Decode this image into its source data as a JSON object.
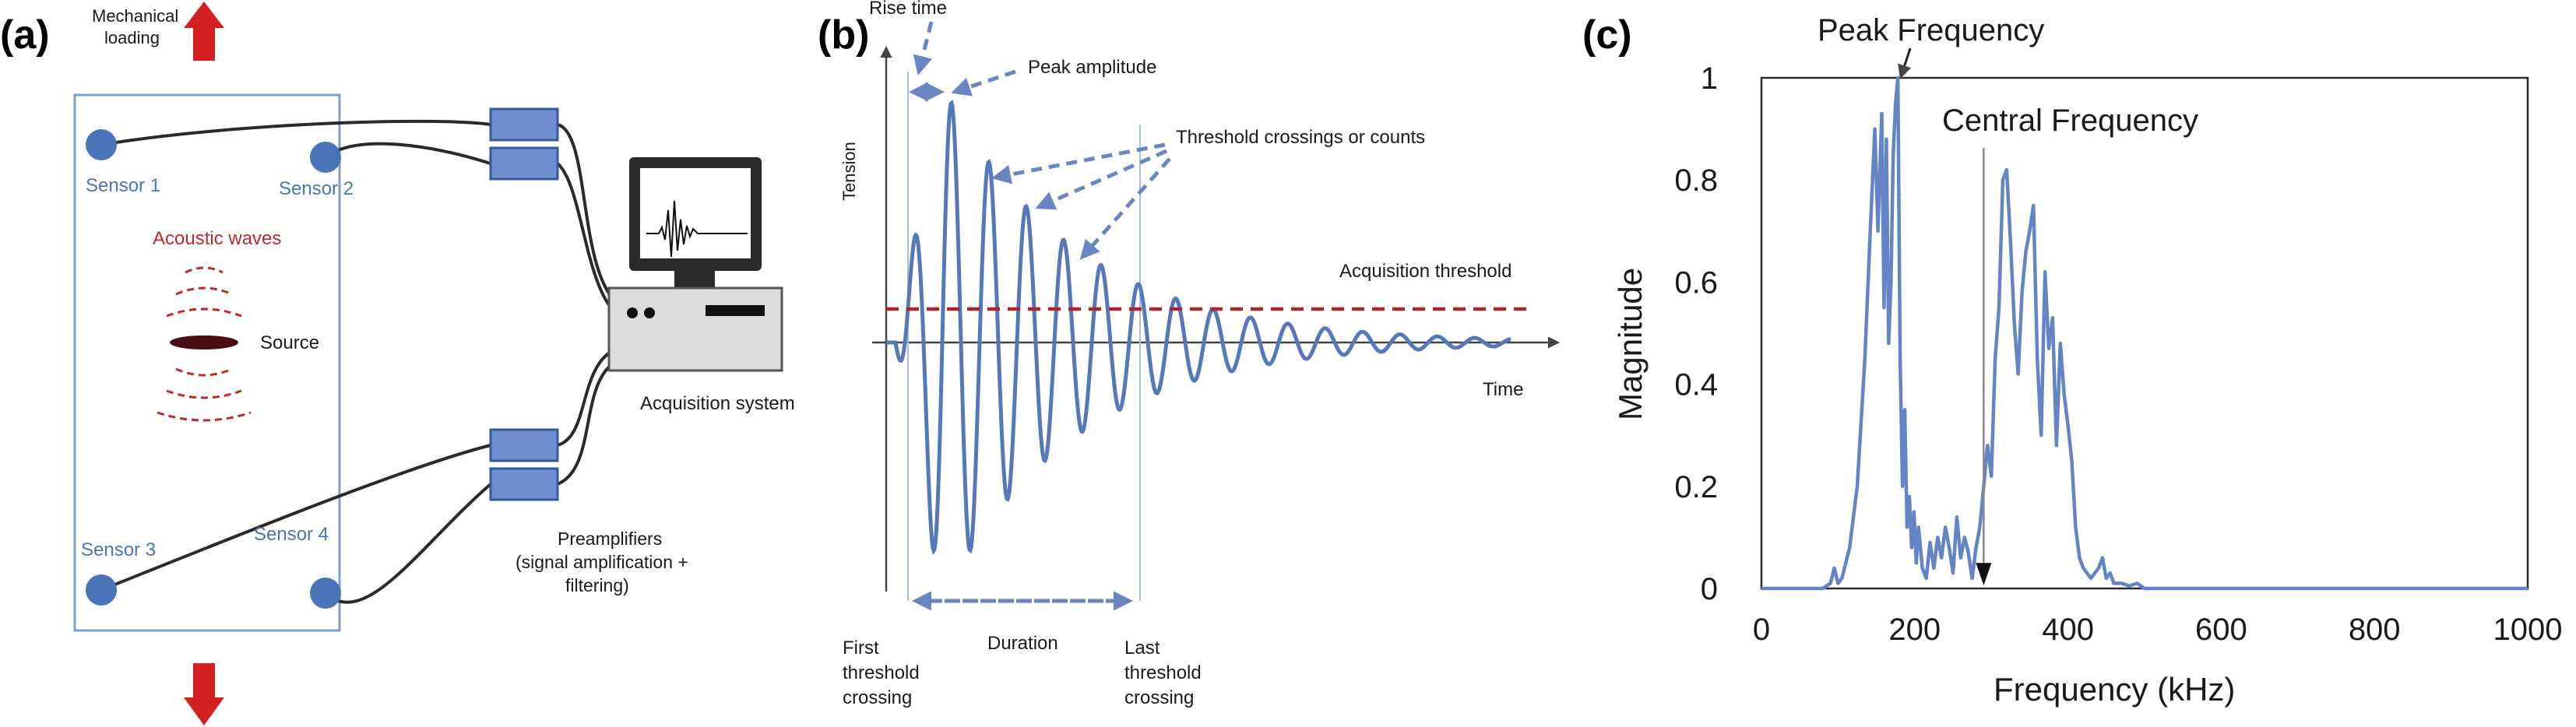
{
  "panel_a": {
    "letter": "(a)",
    "loading_label": [
      "Mechanical",
      "loading"
    ],
    "sensors": [
      "Sensor 1",
      "Sensor 2",
      "Sensor 3",
      "Sensor 4"
    ],
    "acoustic_waves": "Acoustic waves",
    "source": "Source",
    "acquisition_system": "Acquisition system",
    "preamp_label": [
      "Preamplifiers",
      "(signal amplification +",
      "filtering)"
    ],
    "colors": {
      "sensor": "#4a74b8",
      "waves": "#c0282b",
      "arrow": "#d42022"
    }
  },
  "panel_b": {
    "letter": "(b)",
    "rise_time": "Rise time",
    "peak_amplitude": "Peak amplitude",
    "threshold_crossings": "Threshold crossings or counts",
    "acquisition_threshold": "Acquisition threshold",
    "y_axis": "Tension",
    "x_axis": "Time",
    "duration": "Duration",
    "first_crossing": [
      "First",
      "threshold",
      "crossing"
    ],
    "last_crossing": [
      "Last",
      "threshold",
      "crossing"
    ],
    "colors": {
      "signal": "#5478ba",
      "threshold": "#b5232a"
    }
  },
  "panel_c": {
    "letter": "(c)",
    "peak_frequency": "Peak Frequency",
    "central_frequency": "Central Frequency",
    "chart_data": {
      "type": "line",
      "xlabel": "Frequency (kHz)",
      "ylabel": "Magnitude",
      "xlim": [
        0,
        1000
      ],
      "ylim": [
        0,
        1
      ],
      "x_ticks": [
        "0",
        "200",
        "400",
        "600",
        "800",
        "1000"
      ],
      "y_ticks": [
        "0",
        "0.2",
        "0.4",
        "0.6",
        "0.8",
        "1"
      ],
      "grid": false,
      "color": "#6385c6",
      "series": [
        {
          "x": [
            0,
            80,
            90,
            95,
            100,
            105,
            115,
            125,
            135,
            142,
            148,
            152,
            157,
            160,
            163,
            166,
            169,
            172,
            175,
            178,
            181,
            184,
            187,
            190,
            193,
            196,
            199,
            202,
            205,
            210,
            215,
            220,
            225,
            230,
            235,
            240,
            245,
            250,
            255,
            260,
            265,
            270,
            275,
            280,
            285,
            290,
            295,
            300,
            305,
            310,
            315,
            320,
            325,
            330,
            335,
            340,
            345,
            350,
            355,
            360,
            365,
            370,
            375,
            380,
            385,
            390,
            395,
            400,
            405,
            410,
            415,
            420,
            430,
            440,
            445,
            450,
            455,
            460,
            470,
            480,
            490,
            500,
            520,
            560,
            600,
            700,
            800,
            900,
            1000
          ],
          "y": [
            0,
            0,
            0.01,
            0.04,
            0.01,
            0.02,
            0.08,
            0.2,
            0.45,
            0.7,
            0.9,
            0.7,
            0.93,
            0.55,
            0.88,
            0.48,
            0.6,
            0.85,
            0.95,
            1.0,
            0.45,
            0.2,
            0.35,
            0.12,
            0.18,
            0.08,
            0.15,
            0.05,
            0.12,
            0.04,
            0.02,
            0.09,
            0.04,
            0.1,
            0.06,
            0.12,
            0.08,
            0.03,
            0.14,
            0.06,
            0.1,
            0.07,
            0.02,
            0.08,
            0.12,
            0.2,
            0.28,
            0.22,
            0.45,
            0.55,
            0.8,
            0.82,
            0.68,
            0.52,
            0.42,
            0.58,
            0.66,
            0.7,
            0.75,
            0.45,
            0.3,
            0.62,
            0.47,
            0.53,
            0.28,
            0.48,
            0.38,
            0.32,
            0.25,
            0.12,
            0.06,
            0.04,
            0.02,
            0.04,
            0.06,
            0.02,
            0.03,
            0.01,
            0.01,
            0.005,
            0.01,
            0,
            0,
            0,
            0,
            0,
            0,
            0,
            0
          ]
        }
      ],
      "peak_x": 180,
      "central_x": 290
    }
  }
}
